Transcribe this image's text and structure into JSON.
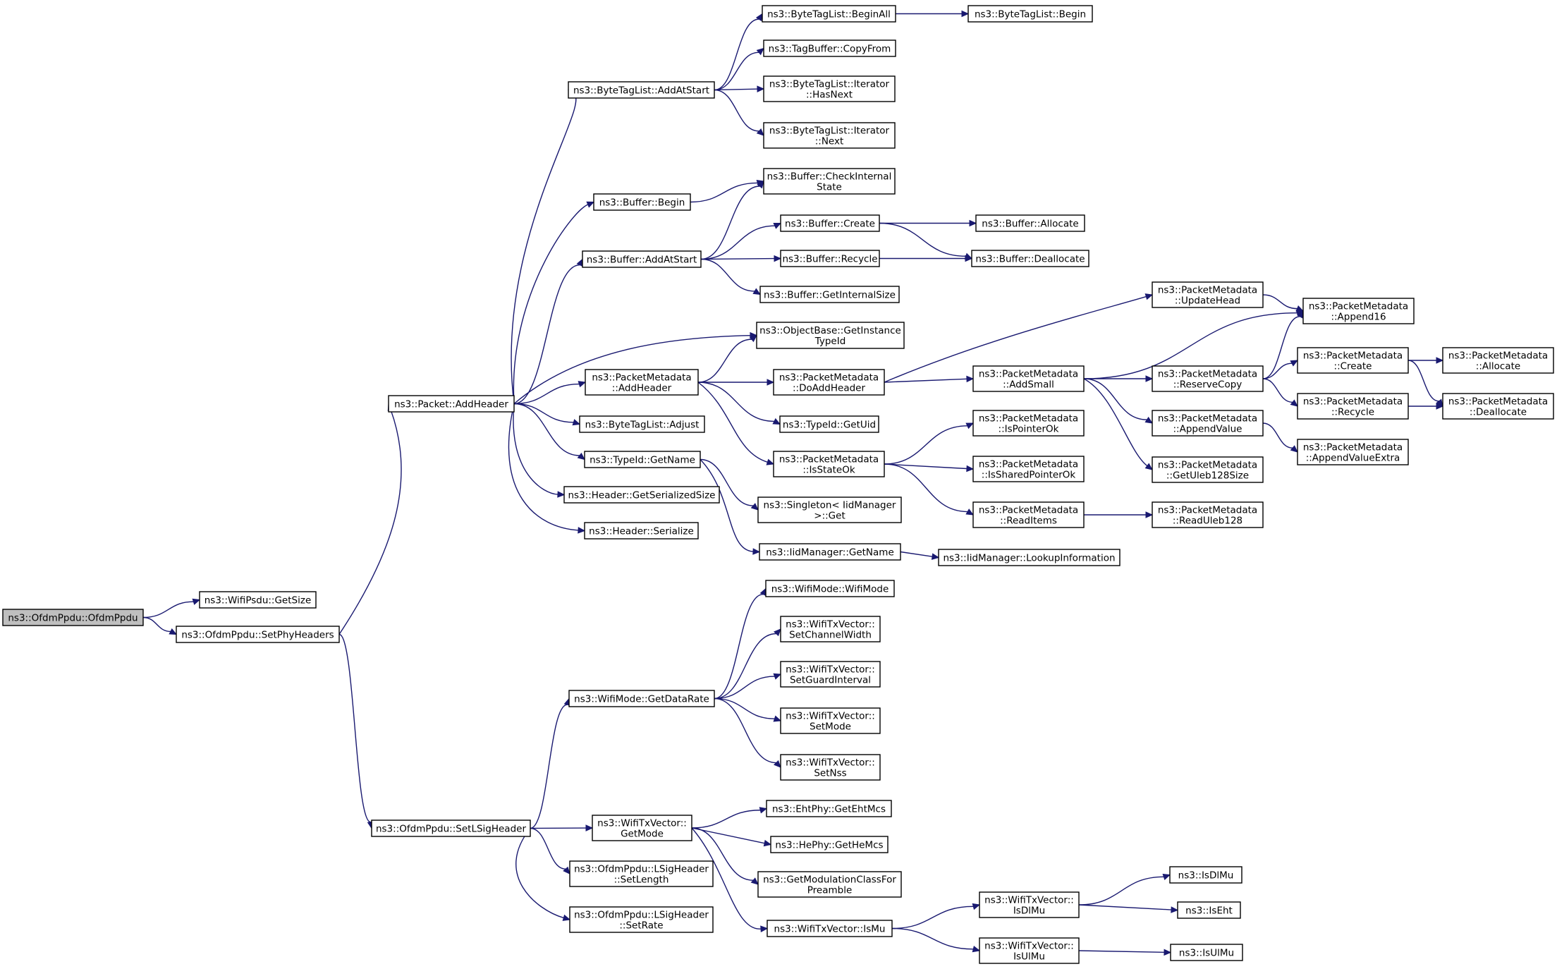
{
  "graph": {
    "root": "ofdm_ctor",
    "colors": {
      "edge": "#191970",
      "root_fill": "#bfbfbf",
      "node_fill": "#ffffff",
      "node_border": "#000000"
    },
    "nodes": [
      {
        "id": "ofdm_ctor",
        "label": [
          "ns3::OfdmPpdu::OfdmPpdu"
        ]
      },
      {
        "id": "psdu_getsize",
        "label": [
          "ns3::WifiPsdu::GetSize"
        ]
      },
      {
        "id": "setphyheaders",
        "label": [
          "ns3::OfdmPpdu::SetPhyHeaders"
        ]
      },
      {
        "id": "packet_addheader",
        "label": [
          "ns3::Packet::AddHeader"
        ]
      },
      {
        "id": "setlsigheader",
        "label": [
          "ns3::OfdmPpdu::SetLSigHeader"
        ]
      },
      {
        "id": "btl_addatstart",
        "label": [
          "ns3::ByteTagList::AddAtStart"
        ]
      },
      {
        "id": "buffer_begin",
        "label": [
          "ns3::Buffer::Begin"
        ]
      },
      {
        "id": "buffer_addatstart",
        "label": [
          "ns3::Buffer::AddAtStart"
        ]
      },
      {
        "id": "pm_addheader",
        "label": [
          "ns3::PacketMetadata",
          "::AddHeader"
        ]
      },
      {
        "id": "btl_adjust",
        "label": [
          "ns3::ByteTagList::Adjust"
        ]
      },
      {
        "id": "typeid_getname",
        "label": [
          "ns3::TypeId::GetName"
        ]
      },
      {
        "id": "header_getserializedsize",
        "label": [
          "ns3::Header::GetSerializedSize"
        ]
      },
      {
        "id": "header_serialize",
        "label": [
          "ns3::Header::Serialize"
        ]
      },
      {
        "id": "btl_beginall",
        "label": [
          "ns3::ByteTagList::BeginAll"
        ]
      },
      {
        "id": "btl_begin",
        "label": [
          "ns3::ByteTagList::Begin"
        ]
      },
      {
        "id": "tagbuffer_copyfrom",
        "label": [
          "ns3::TagBuffer::CopyFrom"
        ]
      },
      {
        "id": "btl_iter_hasnext",
        "label": [
          "ns3::ByteTagList::Iterator",
          "::HasNext"
        ]
      },
      {
        "id": "btl_iter_next",
        "label": [
          "ns3::ByteTagList::Iterator",
          "::Next"
        ]
      },
      {
        "id": "buffer_checkinternalstate",
        "label": [
          "ns3::Buffer::CheckInternal",
          "State"
        ]
      },
      {
        "id": "buffer_create",
        "label": [
          "ns3::Buffer::Create"
        ]
      },
      {
        "id": "buffer_allocate",
        "label": [
          "ns3::Buffer::Allocate"
        ]
      },
      {
        "id": "buffer_recycle",
        "label": [
          "ns3::Buffer::Recycle"
        ]
      },
      {
        "id": "buffer_deallocate",
        "label": [
          "ns3::Buffer::Deallocate"
        ]
      },
      {
        "id": "buffer_getinternalsize",
        "label": [
          "ns3::Buffer::GetInternalSize"
        ]
      },
      {
        "id": "objectbase_getinstancetypeid",
        "label": [
          "ns3::ObjectBase::GetInstance",
          "TypeId"
        ]
      },
      {
        "id": "pm_doaddheader",
        "label": [
          "ns3::PacketMetadata",
          "::DoAddHeader"
        ]
      },
      {
        "id": "typeid_getuid",
        "label": [
          "ns3::TypeId::GetUid"
        ]
      },
      {
        "id": "pm_isstateok",
        "label": [
          "ns3::PacketMetadata",
          "::IsStateOk"
        ]
      },
      {
        "id": "singleton_get",
        "label": [
          "ns3::Singleton< IidManager",
          " >::Get"
        ]
      },
      {
        "id": "iidmanager_getname",
        "label": [
          "ns3::IidManager::GetName"
        ]
      },
      {
        "id": "iidmanager_lookupinformation",
        "label": [
          "ns3::IidManager::LookupInformation"
        ]
      },
      {
        "id": "pm_updatehead",
        "label": [
          "ns3::PacketMetadata",
          "::UpdateHead"
        ]
      },
      {
        "id": "pm_addsmall",
        "label": [
          "ns3::PacketMetadata",
          "::AddSmall"
        ]
      },
      {
        "id": "pm_ispointerok",
        "label": [
          "ns3::PacketMetadata",
          "::IsPointerOk"
        ]
      },
      {
        "id": "pm_issharedpointerok",
        "label": [
          "ns3::PacketMetadata",
          "::IsSharedPointerOk"
        ]
      },
      {
        "id": "pm_readitems",
        "label": [
          "ns3::PacketMetadata",
          "::ReadItems"
        ]
      },
      {
        "id": "pm_append16",
        "label": [
          "ns3::PacketMetadata",
          "::Append16"
        ]
      },
      {
        "id": "pm_reservecopy",
        "label": [
          "ns3::PacketMetadata",
          "::ReserveCopy"
        ]
      },
      {
        "id": "pm_appendvalue",
        "label": [
          "ns3::PacketMetadata",
          "::AppendValue"
        ]
      },
      {
        "id": "pm_getuleb128size",
        "label": [
          "ns3::PacketMetadata",
          "::GetUleb128Size"
        ]
      },
      {
        "id": "pm_readuleb128",
        "label": [
          "ns3::PacketMetadata",
          "::ReadUleb128"
        ]
      },
      {
        "id": "pm_create",
        "label": [
          "ns3::PacketMetadata",
          "::Create"
        ]
      },
      {
        "id": "pm_recycle",
        "label": [
          "ns3::PacketMetadata",
          "::Recycle"
        ]
      },
      {
        "id": "pm_appendvalueextra",
        "label": [
          "ns3::PacketMetadata",
          "::AppendValueExtra"
        ]
      },
      {
        "id": "pm_allocate",
        "label": [
          "ns3::PacketMetadata",
          "::Allocate"
        ]
      },
      {
        "id": "pm_deallocate",
        "label": [
          "ns3::PacketMetadata",
          "::Deallocate"
        ]
      },
      {
        "id": "wifimode_getdatarate",
        "label": [
          "ns3::WifiMode::GetDataRate"
        ]
      },
      {
        "id": "wifimode_wifimode",
        "label": [
          "ns3::WifiMode::WifiMode"
        ]
      },
      {
        "id": "txv_setchannelwidth",
        "label": [
          "ns3::WifiTxVector::",
          "SetChannelWidth"
        ]
      },
      {
        "id": "txv_setguardinterval",
        "label": [
          "ns3::WifiTxVector::",
          "SetGuardInterval"
        ]
      },
      {
        "id": "txv_setmode",
        "label": [
          "ns3::WifiTxVector::",
          "SetMode"
        ]
      },
      {
        "id": "txv_setnss",
        "label": [
          "ns3::WifiTxVector::",
          "SetNss"
        ]
      },
      {
        "id": "txv_getmode",
        "label": [
          "ns3::WifiTxVector::",
          "GetMode"
        ]
      },
      {
        "id": "lsig_setlength",
        "label": [
          "ns3::OfdmPpdu::LSigHeader",
          "::SetLength"
        ]
      },
      {
        "id": "lsig_setrate",
        "label": [
          "ns3::OfdmPpdu::LSigHeader",
          "::SetRate"
        ]
      },
      {
        "id": "ehtphy_getehtmcs",
        "label": [
          "ns3::EhtPhy::GetEhtMcs"
        ]
      },
      {
        "id": "hephy_gethemcs",
        "label": [
          "ns3::HePhy::GetHeMcs"
        ]
      },
      {
        "id": "getmodulationclassforpreamble",
        "label": [
          "ns3::GetModulationClassFor",
          "Preamble"
        ]
      },
      {
        "id": "txv_ismu",
        "label": [
          "ns3::WifiTxVector::IsMu"
        ]
      },
      {
        "id": "txv_isdlmu",
        "label": [
          "ns3::WifiTxVector::",
          "IsDlMu"
        ]
      },
      {
        "id": "txv_isulmu",
        "label": [
          "ns3::WifiTxVector::",
          "IsUlMu"
        ]
      },
      {
        "id": "isdlmu",
        "label": [
          "ns3::IsDlMu"
        ]
      },
      {
        "id": "iseht",
        "label": [
          "ns3::IsEht"
        ]
      },
      {
        "id": "isulmu",
        "label": [
          "ns3::IsUlMu"
        ]
      }
    ],
    "edges": [
      [
        "ofdm_ctor",
        "psdu_getsize"
      ],
      [
        "ofdm_ctor",
        "setphyheaders"
      ],
      [
        "setphyheaders",
        "packet_addheader"
      ],
      [
        "setphyheaders",
        "setlsigheader"
      ],
      [
        "packet_addheader",
        "btl_addatstart"
      ],
      [
        "packet_addheader",
        "buffer_begin"
      ],
      [
        "packet_addheader",
        "buffer_addatstart"
      ],
      [
        "packet_addheader",
        "objectbase_getinstancetypeid"
      ],
      [
        "packet_addheader",
        "pm_addheader"
      ],
      [
        "packet_addheader",
        "btl_adjust"
      ],
      [
        "packet_addheader",
        "typeid_getname"
      ],
      [
        "packet_addheader",
        "header_getserializedsize"
      ],
      [
        "packet_addheader",
        "header_serialize"
      ],
      [
        "btl_addatstart",
        "btl_beginall"
      ],
      [
        "btl_addatstart",
        "tagbuffer_copyfrom"
      ],
      [
        "btl_addatstart",
        "btl_iter_hasnext"
      ],
      [
        "btl_addatstart",
        "btl_iter_next"
      ],
      [
        "btl_beginall",
        "btl_begin"
      ],
      [
        "buffer_begin",
        "buffer_checkinternalstate"
      ],
      [
        "buffer_addatstart",
        "buffer_checkinternalstate"
      ],
      [
        "buffer_addatstart",
        "buffer_create"
      ],
      [
        "buffer_addatstart",
        "buffer_recycle"
      ],
      [
        "buffer_addatstart",
        "buffer_getinternalsize"
      ],
      [
        "buffer_create",
        "buffer_allocate"
      ],
      [
        "buffer_create",
        "buffer_deallocate"
      ],
      [
        "buffer_recycle",
        "buffer_deallocate"
      ],
      [
        "pm_addheader",
        "objectbase_getinstancetypeid"
      ],
      [
        "pm_addheader",
        "pm_doaddheader"
      ],
      [
        "pm_addheader",
        "typeid_getuid"
      ],
      [
        "pm_addheader",
        "pm_isstateok"
      ],
      [
        "typeid_getname",
        "singleton_get"
      ],
      [
        "typeid_getname",
        "iidmanager_getname"
      ],
      [
        "iidmanager_getname",
        "iidmanager_lookupinformation"
      ],
      [
        "pm_doaddheader",
        "pm_updatehead"
      ],
      [
        "pm_doaddheader",
        "pm_addsmall"
      ],
      [
        "pm_isstateok",
        "pm_ispointerok"
      ],
      [
        "pm_isstateok",
        "pm_issharedpointerok"
      ],
      [
        "pm_isstateok",
        "pm_readitems"
      ],
      [
        "pm_readitems",
        "pm_readuleb128"
      ],
      [
        "pm_updatehead",
        "pm_append16"
      ],
      [
        "pm_addsmall",
        "pm_append16"
      ],
      [
        "pm_addsmall",
        "pm_reservecopy"
      ],
      [
        "pm_addsmall",
        "pm_appendvalue"
      ],
      [
        "pm_addsmall",
        "pm_getuleb128size"
      ],
      [
        "pm_reservecopy",
        "pm_append16"
      ],
      [
        "pm_reservecopy",
        "pm_create"
      ],
      [
        "pm_reservecopy",
        "pm_recycle"
      ],
      [
        "pm_appendvalue",
        "pm_appendvalueextra"
      ],
      [
        "pm_create",
        "pm_allocate"
      ],
      [
        "pm_create",
        "pm_deallocate"
      ],
      [
        "pm_recycle",
        "pm_deallocate"
      ],
      [
        "setlsigheader",
        "wifimode_getdatarate"
      ],
      [
        "setlsigheader",
        "txv_getmode"
      ],
      [
        "setlsigheader",
        "lsig_setlength"
      ],
      [
        "setlsigheader",
        "lsig_setrate"
      ],
      [
        "wifimode_getdatarate",
        "wifimode_wifimode"
      ],
      [
        "wifimode_getdatarate",
        "txv_setchannelwidth"
      ],
      [
        "wifimode_getdatarate",
        "txv_setguardinterval"
      ],
      [
        "wifimode_getdatarate",
        "txv_setmode"
      ],
      [
        "wifimode_getdatarate",
        "txv_setnss"
      ],
      [
        "txv_getmode",
        "ehtphy_getehtmcs"
      ],
      [
        "txv_getmode",
        "hephy_gethemcs"
      ],
      [
        "txv_getmode",
        "getmodulationclassforpreamble"
      ],
      [
        "txv_getmode",
        "txv_ismu"
      ],
      [
        "txv_ismu",
        "txv_isdlmu"
      ],
      [
        "txv_ismu",
        "txv_isulmu"
      ],
      [
        "txv_isdlmu",
        "isdlmu"
      ],
      [
        "txv_isdlmu",
        "iseht"
      ],
      [
        "txv_isulmu",
        "isulmu"
      ]
    ]
  }
}
